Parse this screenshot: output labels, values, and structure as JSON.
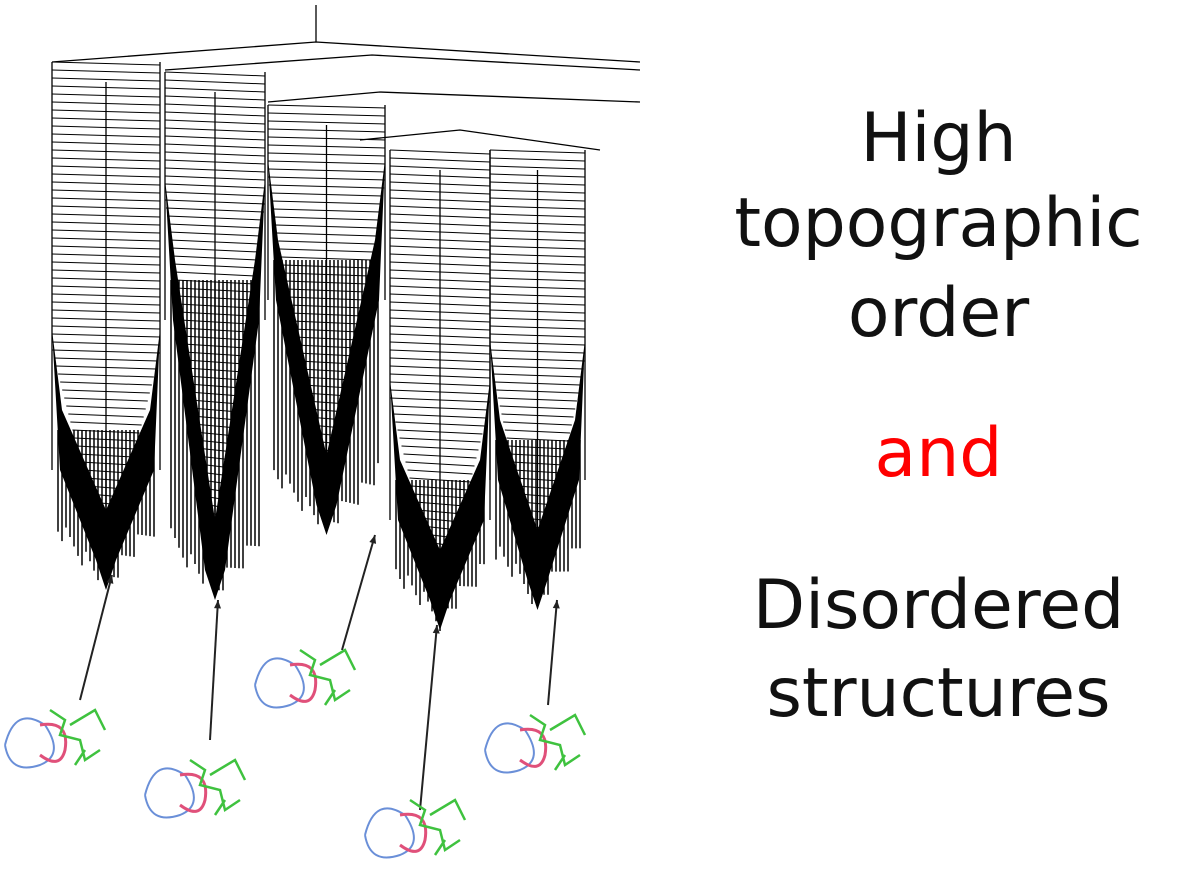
{
  "caption": {
    "line1": "High",
    "line2": "topographic",
    "line3": "order",
    "connector": "and",
    "line4": "Disordered",
    "line5": "structures"
  },
  "colors": {
    "connector": "#ff0000",
    "text": "#111111",
    "tree": "#000000",
    "molecule_blue": "#6a8fd8",
    "molecule_pink": "#e0507a",
    "molecule_green": "#3fc23f"
  }
}
